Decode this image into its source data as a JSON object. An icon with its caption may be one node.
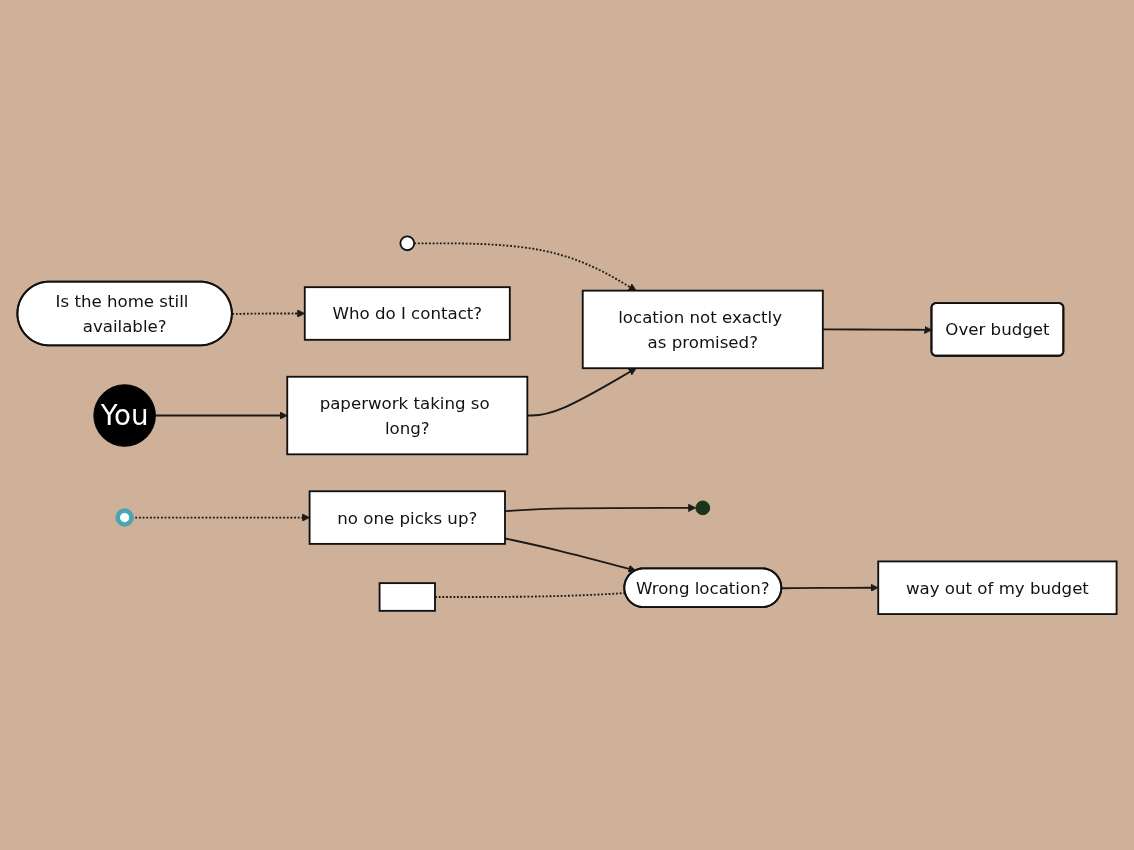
{
  "diagram": {
    "nodes": [
      {
        "text": [
          "Is the home still available?"
        ]
      },
      {
        "text": [
          "Over budget"
        ]
      },
      {
        "text": [],
        "shape": "circle"
      },
      {
        "text": [
          "Who do I contact?"
        ]
      },
      {
        "text": [
          "location not exactly as promised?"
        ]
      },
      {
        "text": [
          "You"
        ]
      },
      {
        "text": [
          "paperwork taking so long?"
        ]
      },
      {
        "text": [],
        "shape": "circle"
      },
      {
        "text": [],
        "shape": "circle"
      },
      {
        "text": [
          "no one picks up?"
        ]
      },
      {
        "text": [
          "Wrong location?"
        ]
      },
      {
        "text": [],
        "shape": "box"
      },
      {
        "text": [
          "way out of my budget"
        ]
      }
    ],
    "edges": [
      {
        "from": 0,
        "to": 3,
        "arrow": "to",
        "style": "dashed"
      },
      {
        "from": 4,
        "to": 1,
        "arrow": "to"
      },
      {
        "from": 2,
        "to": 4,
        "arrow": "to",
        "style": "dashed"
      },
      {
        "from": 5,
        "to": 6,
        "arrow": "to"
      },
      {
        "from": 6,
        "to": 4,
        "arrow": "to"
      },
      {
        "from": 7,
        "to": 9,
        "arrow": "to",
        "style": "dashed"
      },
      {
        "from": 9,
        "to": 8,
        "arrow": "to"
      },
      {
        "from": 9,
        "to": 10,
        "arrow": "to"
      },
      {
        "from": 11,
        "to": 10,
        "arrow": "none",
        "style": "dashed"
      },
      {
        "from": 10,
        "to": 12,
        "arrow": "to"
      }
    ]
  }
}
